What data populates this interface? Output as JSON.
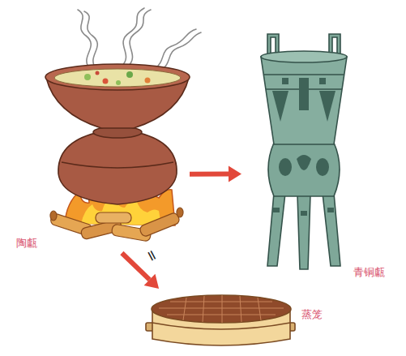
{
  "diagram": {
    "nodes": [
      {
        "text": [
          "陶甗"
        ]
      },
      {
        "text": [
          "青铜甗"
        ]
      },
      {
        "text": [
          "蒸笼"
        ]
      }
    ],
    "edges": [
      {
        "from": 0,
        "to": 1,
        "arrow": "to"
      },
      {
        "from": 0,
        "to": 2,
        "arrow": "to"
      }
    ],
    "labels": [
      "="
    ]
  }
}
